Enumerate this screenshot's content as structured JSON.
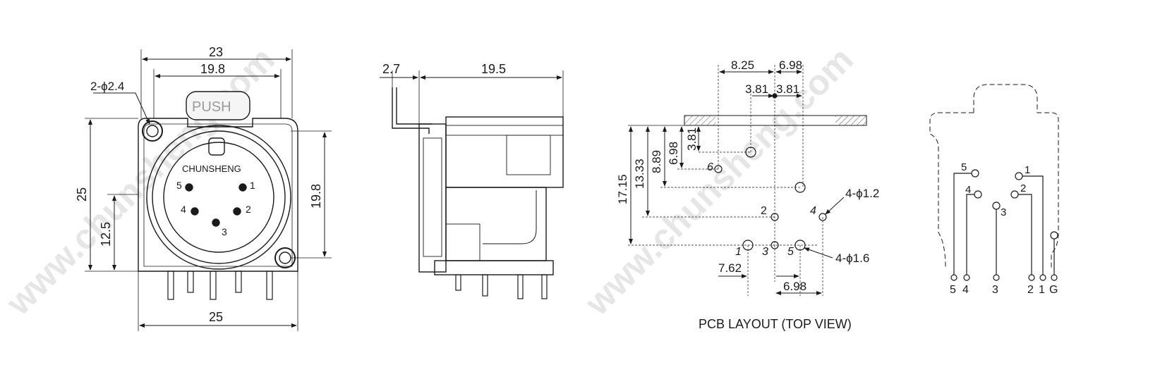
{
  "watermark": {
    "text": "www.chunsheng.com",
    "color": "#e6e6e6"
  },
  "front_view": {
    "dim_top_overall": "23",
    "dim_top_inner": "19.8",
    "hole_callout": "2-ϕ2.4",
    "push_label": "PUSH",
    "brand_label": "CHUNSHENG",
    "dim_left_height": "25",
    "dim_left_lower": "12.5",
    "dim_right_height": "19.8",
    "dim_bottom_width": "25",
    "pins": [
      {
        "label": "1"
      },
      {
        "label": "2"
      },
      {
        "label": "3"
      },
      {
        "label": "4"
      },
      {
        "label": "5"
      }
    ]
  },
  "side_view": {
    "dim_flange": "2.7",
    "dim_depth": "19.5"
  },
  "pcb_layout": {
    "title": "PCB LAYOUT (TOP VIEW)",
    "dim_top_left": "8.25",
    "dim_top_right": "6.98",
    "dim_mid_left": "3.81",
    "dim_mid_right": "3.81",
    "dim_v_1715": "17.15",
    "dim_v_1333": "13.33",
    "dim_v_889": "8.89",
    "dim_v_698": "6.98",
    "dim_v_381": "3.81",
    "dim_bottom_left": "7.62",
    "dim_bottom_right": "6.98",
    "callout_small": "4-ϕ1.2",
    "callout_large": "4-ϕ1.6",
    "pin_labels": [
      "1",
      "2",
      "3",
      "4",
      "5",
      "6"
    ]
  },
  "schematic": {
    "pin_labels": [
      "5",
      "4",
      "3",
      "2",
      "1",
      "G"
    ]
  }
}
